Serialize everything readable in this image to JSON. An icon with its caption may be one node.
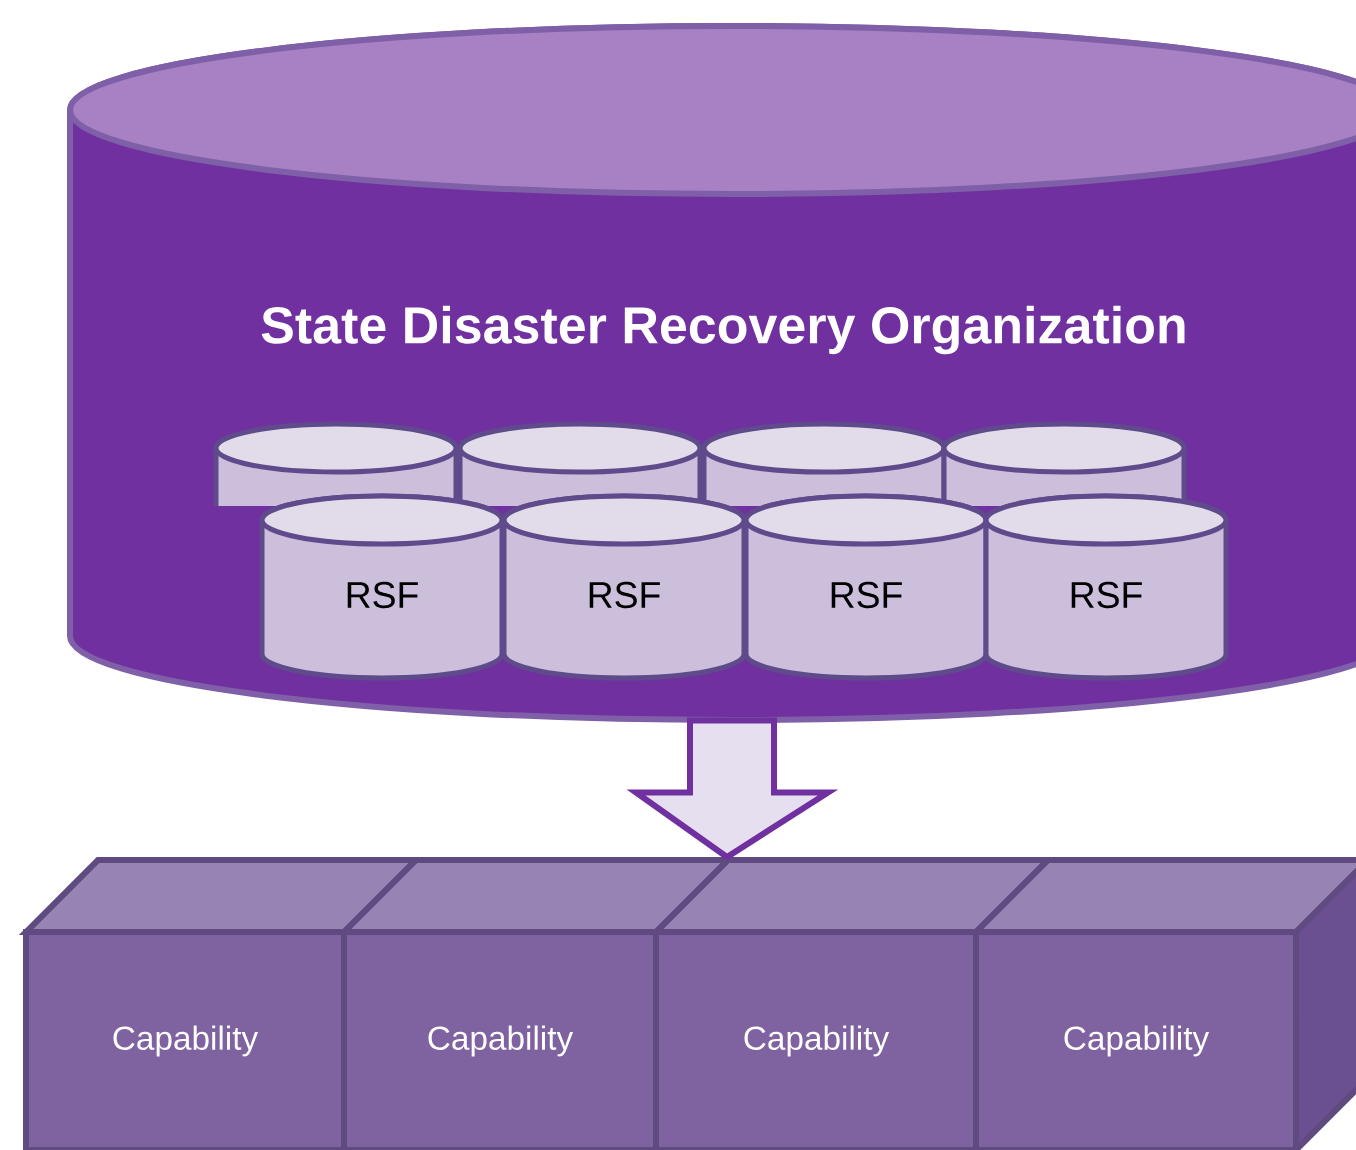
{
  "diagram": {
    "nodes": [
      {
        "text": [
          "State Disaster Recovery Organization"
        ]
      },
      {
        "text": [],
        "shape": "cylinder",
        "in": 0
      },
      {
        "text": [],
        "shape": "cylinder",
        "in": 0
      },
      {
        "text": [],
        "shape": "cylinder",
        "in": 0
      },
      {
        "text": [],
        "shape": "cylinder",
        "in": 0
      },
      {
        "text": [
          "RSF"
        ],
        "in": 0
      },
      {
        "text": [
          "RSF"
        ],
        "in": 0
      },
      {
        "text": [
          "RSF"
        ],
        "in": 0
      },
      {
        "text": [
          "RSF"
        ],
        "in": 0
      },
      {
        "text": [
          "Capability"
        ]
      },
      {
        "text": [
          "Capability"
        ]
      },
      {
        "text": [
          "Capability"
        ]
      },
      {
        "text": [
          "Capability"
        ]
      }
    ],
    "edges": [
      {
        "from": 0,
        "to": 11,
        "arrow": "to",
        "style": "thick"
      }
    ]
  }
}
